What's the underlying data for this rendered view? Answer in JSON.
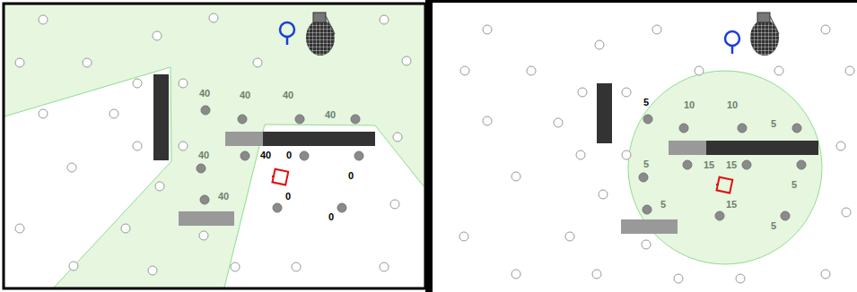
{
  "diagram": {
    "labels": [
      "40",
      "40",
      "40",
      "40",
      "40",
      "40",
      "0",
      "0",
      "40",
      "0",
      "0",
      "5",
      "10",
      "10",
      "5",
      "5",
      "15",
      "15",
      "5",
      "5",
      "15",
      "5"
    ]
  }
}
